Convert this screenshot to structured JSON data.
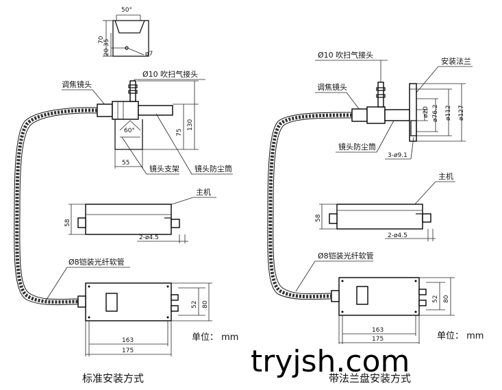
{
  "left_panel": {
    "top_dims": {
      "angle": "50°",
      "d70": "70",
      "d35": "35",
      "d20": "20",
      "hole": "ø7"
    },
    "purge_connector": "Ø10 吹扫气接头",
    "focus_lens": "调焦镜头",
    "angle60": "60°",
    "d75": "75",
    "d130": "130",
    "d55": "55",
    "lens_bracket": "镜头支架",
    "dust_tube": "镜头防尘筒",
    "host": "主机",
    "d58": "58",
    "holes": "2-ø4.5",
    "hose": "Ø8铠装光纤软管",
    "d52": "52",
    "d80": "80",
    "d163": "163",
    "d175": "175",
    "unit": "单位： mm",
    "caption": "标准安装方式"
  },
  "right_panel": {
    "purge_connector": "Ø10 吹扫气接头",
    "flange": "安装法兰",
    "focus_lens": "调焦镜头",
    "d20": "ø20",
    "d76": "ø76.2",
    "d112": "ø112",
    "d127": "ø127",
    "dust_tube": "镜头防尘筒",
    "flange_holes": "3-ø9.1",
    "host": "主机",
    "d58": "58",
    "holes": "2-ø4.5",
    "hose": "Ø8铠装光纤软管",
    "d52": "52",
    "d80": "80",
    "d163": "163",
    "d175": "175",
    "unit": "单位： mm",
    "caption": "带法兰盘安装方式"
  },
  "watermark": "tryjsh.com"
}
